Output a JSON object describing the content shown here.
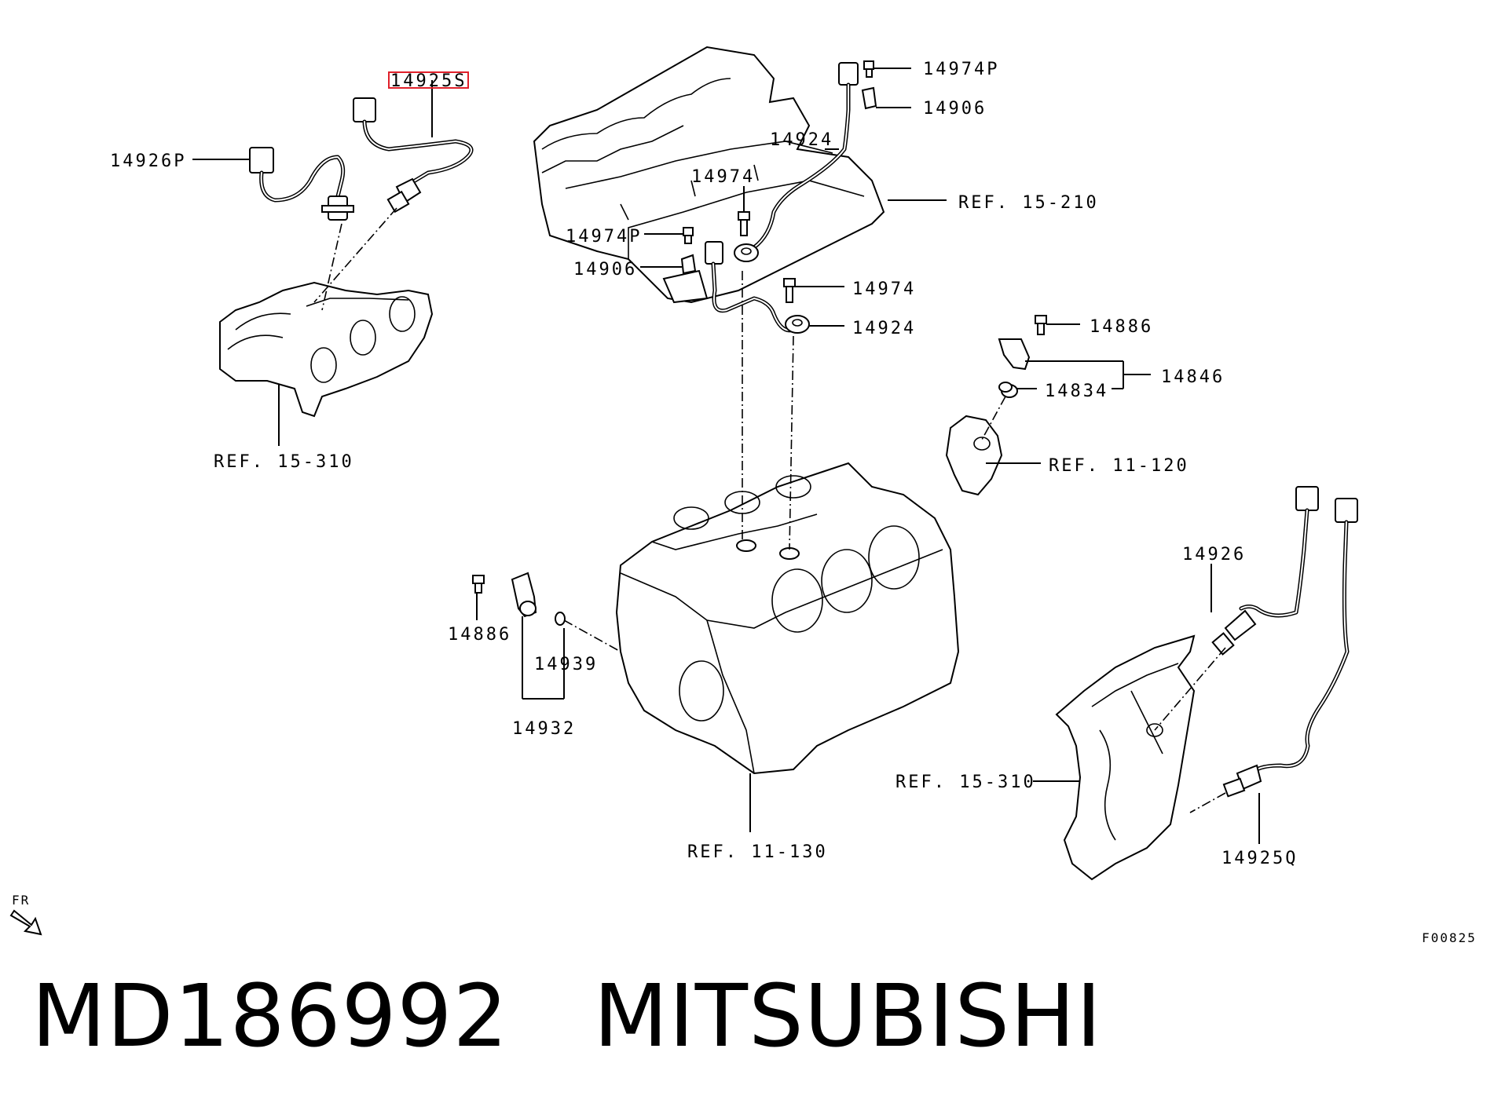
{
  "labels": {
    "p14925S": "14925S",
    "p14926P": "14926P",
    "ref15_310_left": "REF. 15-310",
    "p14974P_top": "14974P",
    "p14906_top": "14906",
    "p14924_top": "14924",
    "ref15_210": "REF. 15-210",
    "p14974_top": "14974",
    "p14974P_mid": "14974P",
    "p14906_mid": "14906",
    "p14974_mid": "14974",
    "p14924_mid": "14924",
    "p14886_right": "14886",
    "p14846": "14846",
    "p14834": "14834",
    "ref11_120": "REF. 11-120",
    "p14926": "14926",
    "p14886_left": "14886",
    "p14939": "14939",
    "p14932": "14932",
    "ref15_310_right": "REF. 15-310",
    "ref11_130": "REF. 11-130",
    "p14925Q": "14925Q",
    "fr": "FR",
    "code": "F00825"
  },
  "highlight_color": "#e0202a",
  "footer": {
    "part_number": "MD186992",
    "brand": "MITSUBISHI"
  }
}
